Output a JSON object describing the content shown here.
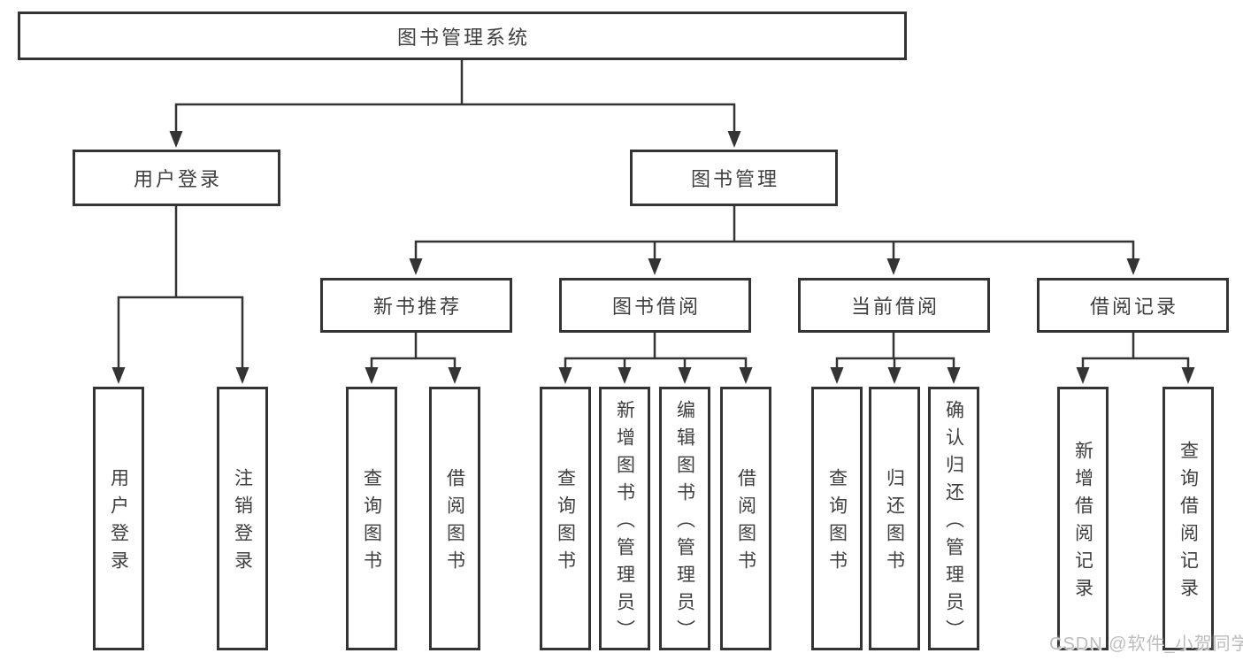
{
  "colors": {
    "line": "#343434",
    "box_border": "#343434",
    "box_background": "#ffffff",
    "text": "#3f3f3f",
    "page_background": "#ffffff",
    "watermark_text_color": "#bdbdbd"
  },
  "watermark": {
    "text": "CSDN @软件_小贺同学"
  },
  "tree": {
    "label": "图书管理系统",
    "children": [
      {
        "label": "用户登录",
        "children": [
          {
            "label": "用户登录"
          },
          {
            "label": "注销登录"
          }
        ]
      },
      {
        "label": "图书管理",
        "children": [
          {
            "label": "新书推荐",
            "children": [
              {
                "label": "查询图书"
              },
              {
                "label": "借阅图书"
              }
            ]
          },
          {
            "label": "图书借阅",
            "children": [
              {
                "label": "查询图书"
              },
              {
                "label": "新增图书（管理员）"
              },
              {
                "label": "编辑图书（管理员）"
              },
              {
                "label": "借阅图书"
              }
            ]
          },
          {
            "label": "当前借阅",
            "children": [
              {
                "label": "查询图书"
              },
              {
                "label": "归还图书"
              },
              {
                "label": "确认归还（管理员）"
              }
            ]
          },
          {
            "label": "借阅记录",
            "children": [
              {
                "label": "新增借阅记录"
              },
              {
                "label": "查询借阅记录"
              }
            ]
          }
        ]
      }
    ]
  }
}
